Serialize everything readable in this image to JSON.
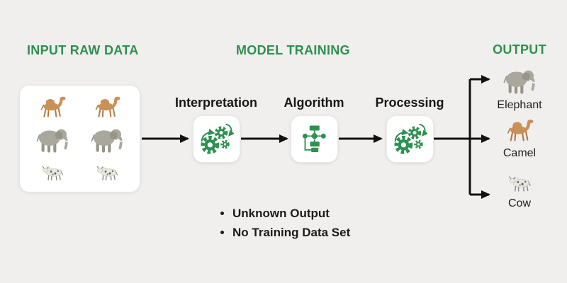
{
  "colors": {
    "background": "#f0efed",
    "accent_green": "#2e8f4e",
    "icon_green": "#2f9150",
    "text_dark": "#1c1c1c",
    "arrow_black": "#111111",
    "card_white": "#ffffff"
  },
  "input": {
    "title": "INPUT RAW DATA",
    "animals": [
      {
        "icon": "camel-icon"
      },
      {
        "icon": "camel-icon"
      },
      {
        "icon": "elephant-icon"
      },
      {
        "icon": "elephant-icon"
      },
      {
        "icon": "cow-icon"
      },
      {
        "icon": "cow-icon"
      }
    ]
  },
  "training": {
    "title": "MODEL TRAINING",
    "steps": [
      {
        "label": "Interpretation",
        "icon": "gears-icon"
      },
      {
        "label": "Algorithm",
        "icon": "flowchart-icon"
      },
      {
        "label": "Processing",
        "icon": "gears-icon"
      }
    ]
  },
  "output": {
    "title": "OUTPUT",
    "items": [
      {
        "label": "Elephant",
        "icon": "elephant-icon"
      },
      {
        "label": "Camel",
        "icon": "camel-icon"
      },
      {
        "label": "Cow",
        "icon": "cow-icon"
      }
    ]
  },
  "notes": {
    "items": [
      "Unknown Output",
      "No Training Data Set"
    ]
  }
}
